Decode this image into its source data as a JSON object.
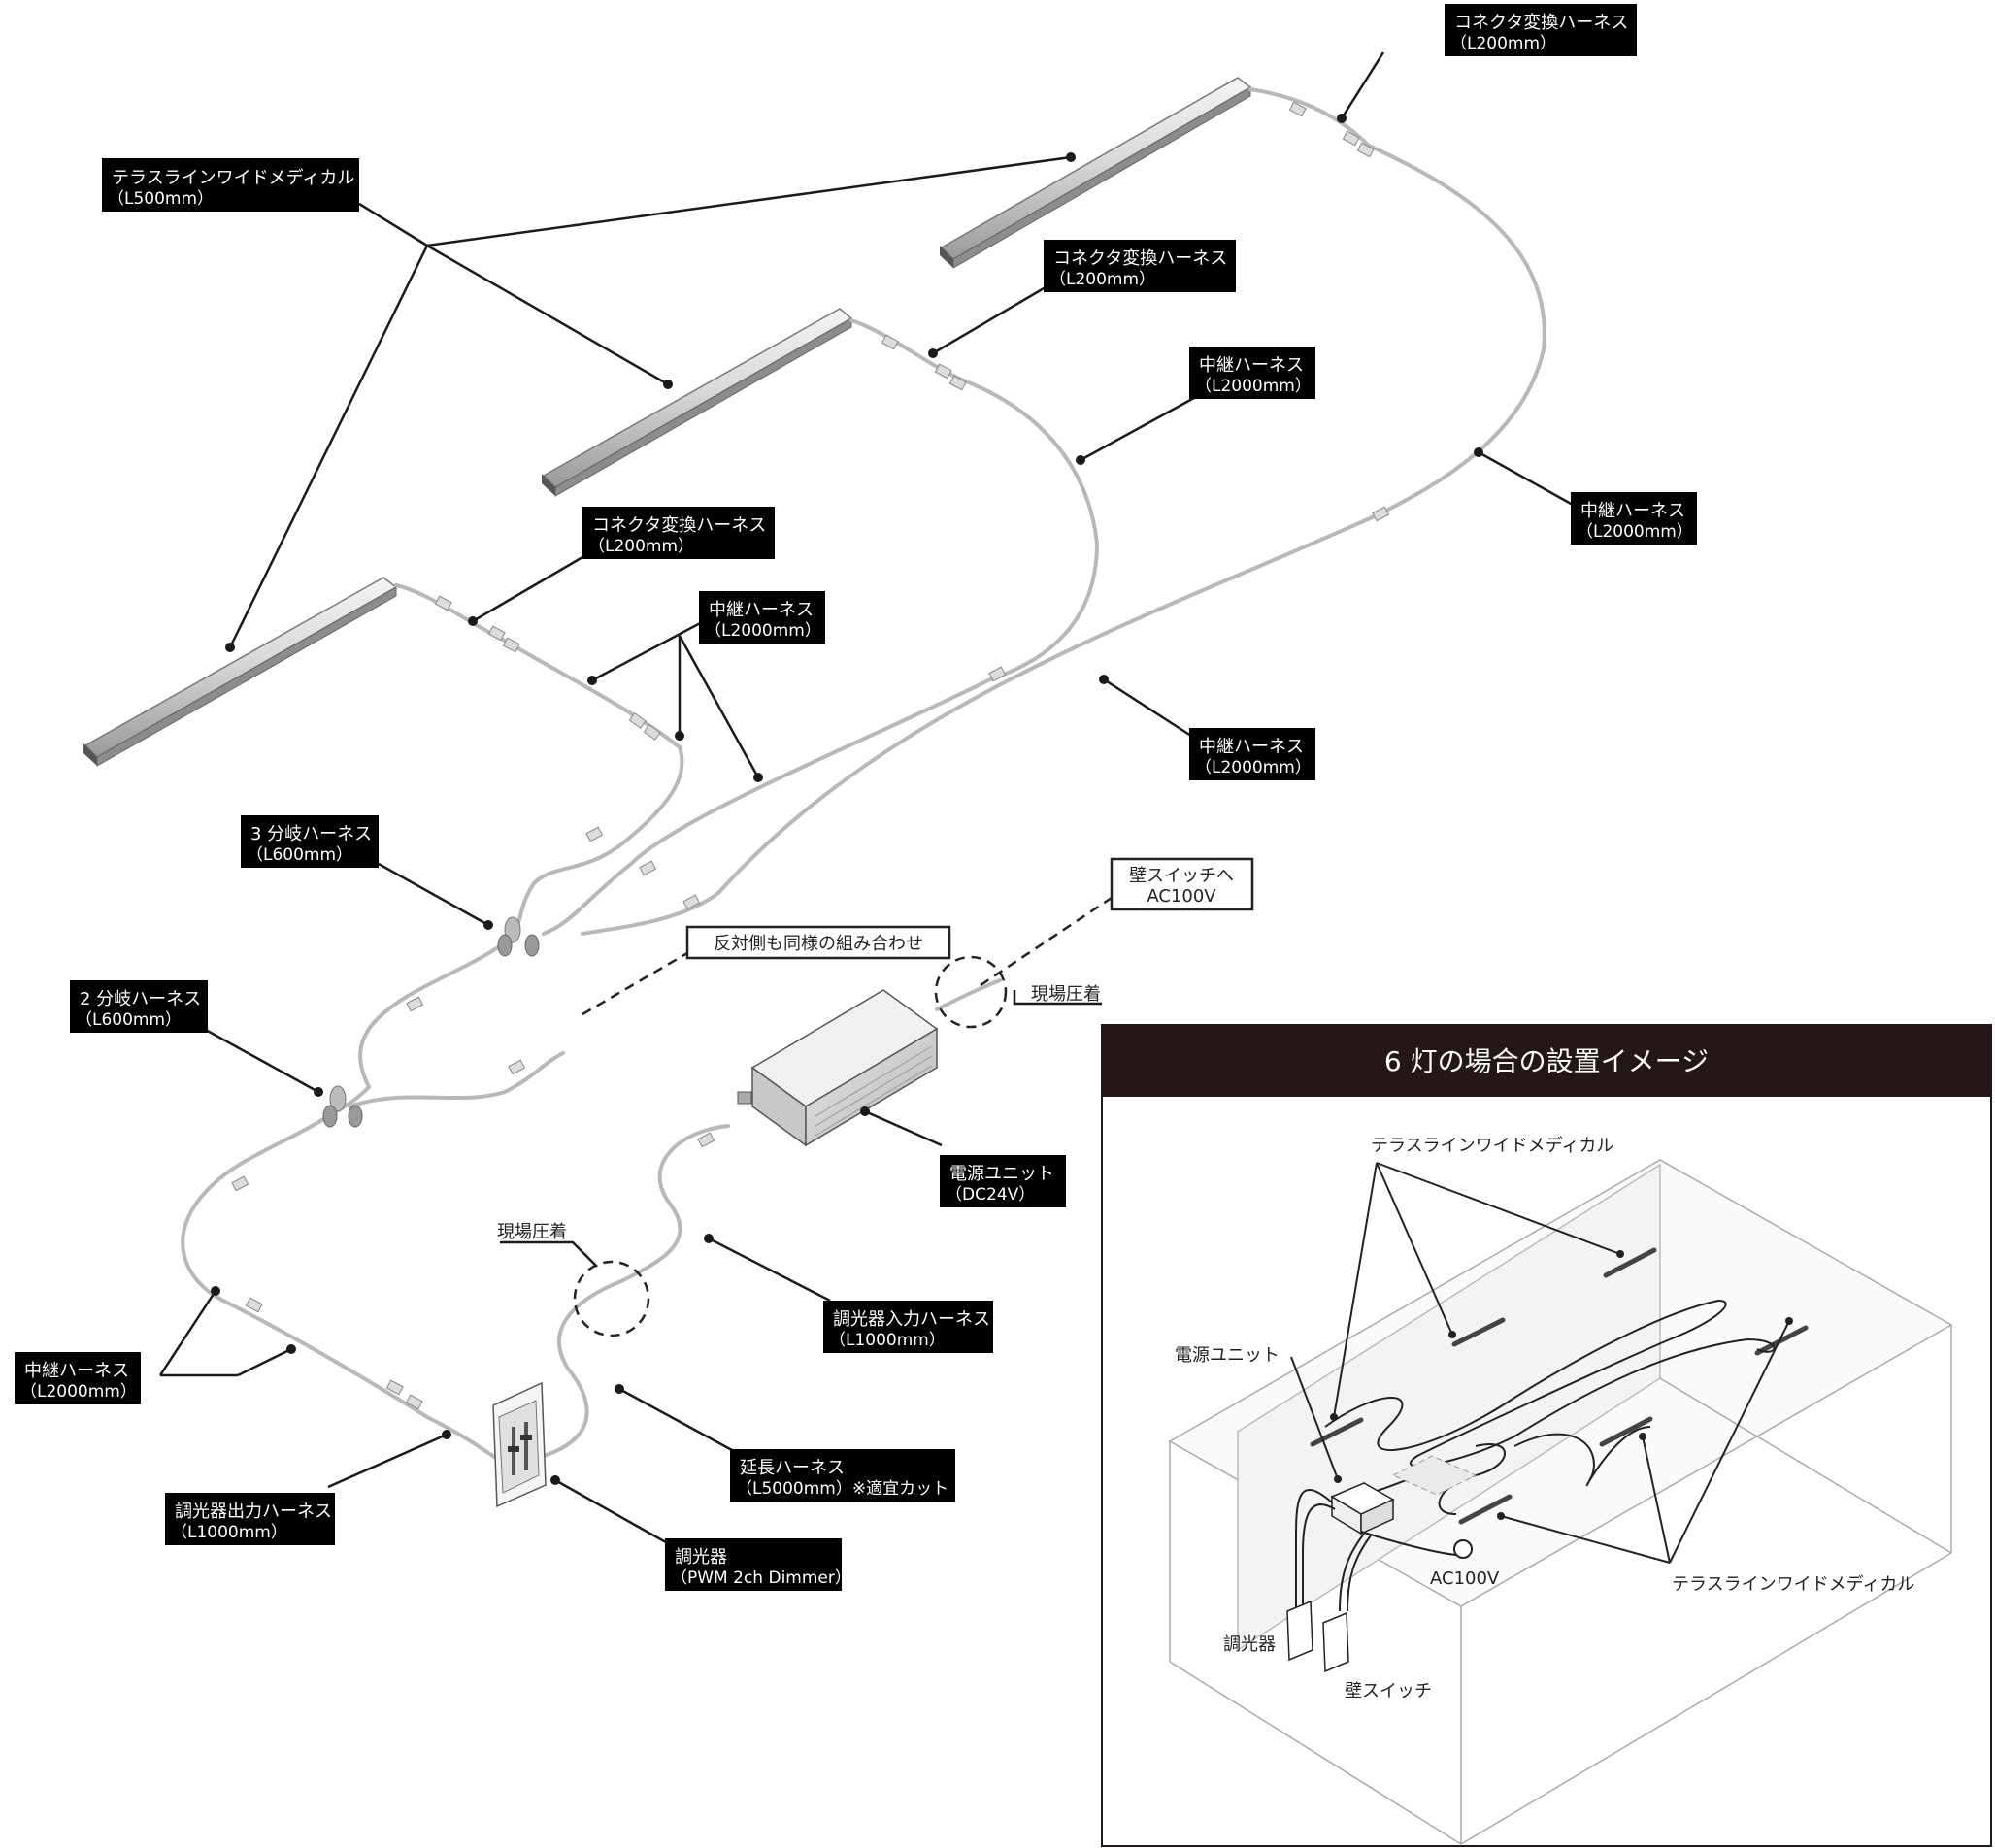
{
  "colors": {
    "label_bg": "#000000",
    "label_text": "#ffffff",
    "leader": "#1a1a1a",
    "cable": "#bdbdbd",
    "inset_header": "#231815",
    "inset_border": "#231815"
  },
  "callouts": {
    "light_fixture": {
      "line1": "テラスラインワイドメディカル",
      "line2": "（L500mm）"
    },
    "conv_harness_1": {
      "line1": "コネクタ変換ハーネス",
      "line2": "（L200mm）"
    },
    "conv_harness_2": {
      "line1": "コネクタ変換ハーネス",
      "line2": "（L200mm）"
    },
    "conv_harness_3": {
      "line1": "コネクタ変換ハーネス",
      "line2": "（L200mm）"
    },
    "relay_harness_1": {
      "line1": "中継ハーネス",
      "line2": "（L2000mm）"
    },
    "relay_harness_2": {
      "line1": "中継ハーネス",
      "line2": "（L2000mm）"
    },
    "relay_harness_3": {
      "line1": "中継ハーネス",
      "line2": "（L2000mm）"
    },
    "relay_harness_4": {
      "line1": "中継ハーネス",
      "line2": "（L2000mm）"
    },
    "relay_harness_5": {
      "line1": "中継ハーネス",
      "line2": "（L2000mm）"
    },
    "branch3_harness": {
      "line1": "3 分岐ハーネス",
      "line2": "（L600mm）"
    },
    "branch2_harness": {
      "line1": "2 分岐ハーネス",
      "line2": "（L600mm）"
    },
    "power_unit": {
      "line1": "電源ユニット",
      "line2": "（DC24V）"
    },
    "dimmer_input": {
      "line1": "調光器入力ハーネス",
      "line2": "（L1000mm）"
    },
    "dimmer_output": {
      "line1": "調光器出力ハーネス",
      "line2": "（L1000mm）"
    },
    "extension": {
      "line1": "延長ハーネス",
      "line2": "（L5000mm）※適宜カット"
    },
    "dimmer": {
      "line1": "調光器",
      "line2": "（PWM 2ch Dimmer）"
    }
  },
  "boxed_notes": {
    "wall_switch": {
      "line1": "壁スイッチへ",
      "line2": "AC100V"
    },
    "opposite_side": "反対側も同様の組み合わせ"
  },
  "field_crimp_1": "現場圧着",
  "field_crimp_2": "現場圧着",
  "inset": {
    "title": "6 灯の場合の設置イメージ",
    "fixture_top": "テラスラインワイドメディカル",
    "fixture_bottom": "テラスラインワイドメディカル",
    "power_unit": "電源ユニット",
    "ac": "AC100V",
    "dimmer": "調光器",
    "wall_switch": "壁スイッチ"
  }
}
